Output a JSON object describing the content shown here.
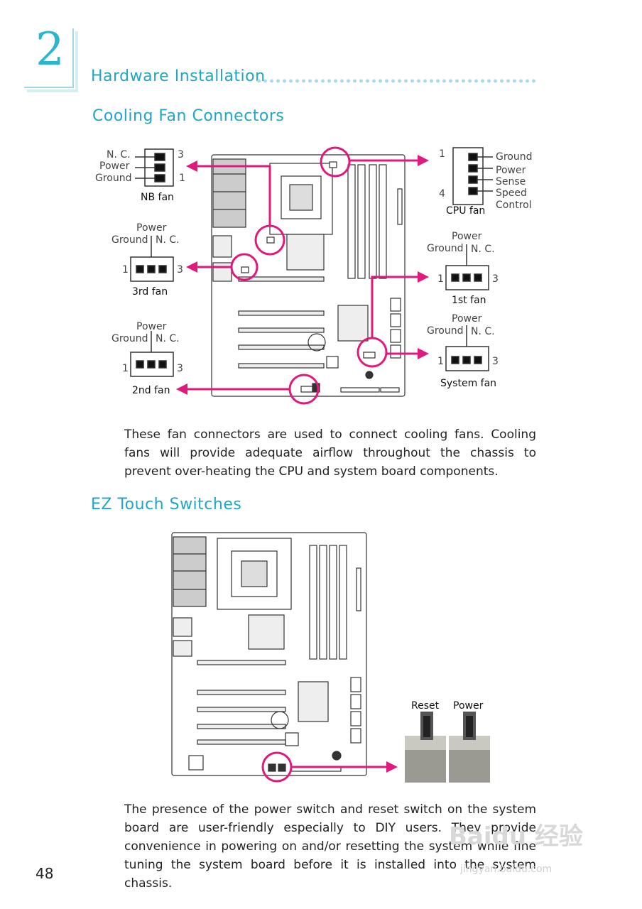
{
  "header": {
    "chapter_number": "2",
    "section_title": "Hardware Installation"
  },
  "cooling": {
    "title": "Cooling Fan Connectors",
    "nb_fan": {
      "pins": [
        "N. C.",
        "Power",
        "Ground"
      ],
      "pin_top": "3",
      "pin_bottom": "1",
      "name": "NB  fan"
    },
    "cpu_fan": {
      "pins": [
        "Ground",
        "Power",
        "Sense",
        "Speed",
        "Control"
      ],
      "pin_top": "1",
      "pin_bottom": "4",
      "name": "CPU  fan"
    },
    "fan_3rd": {
      "power": "Power",
      "ground": "Ground",
      "nc": "N. C.",
      "pin_left": "1",
      "pin_right": "3",
      "name": "3rd  fan"
    },
    "fan_1st": {
      "power": "Power",
      "ground": "Ground",
      "nc": "N. C.",
      "pin_left": "1",
      "pin_right": "3",
      "name": "1st  fan"
    },
    "fan_2nd": {
      "power": "Power",
      "ground": "Ground",
      "nc": "N. C.",
      "pin_left": "1",
      "pin_right": "3",
      "name": "2nd  fan"
    },
    "fan_system": {
      "power": "Power",
      "ground": "Ground",
      "nc": "N. C.",
      "pin_left": "1",
      "pin_right": "3",
      "name": "System  fan"
    },
    "paragraph": "These fan connectors are used to connect cooling fans. Cooling fans will provide adequate airflow throughout the chassis to prevent over-heating the CPU and system board components."
  },
  "ez": {
    "title": "EZ Touch Switches",
    "reset_label": "Reset",
    "power_label": "Power",
    "paragraph": "The presence of the power switch and reset switch on the system board are user-friendly especially to DIY users. They provide convenience in powering on and/or resetting the system while fine tuning the system board before it is installed into the system chassis."
  },
  "footer": {
    "page_number": "48",
    "watermark": "Baidu 经验",
    "watermark_url": "jingyan.baidu.com"
  },
  "colors": {
    "accent": "#1fa7c4",
    "callout": "#e0197d"
  }
}
